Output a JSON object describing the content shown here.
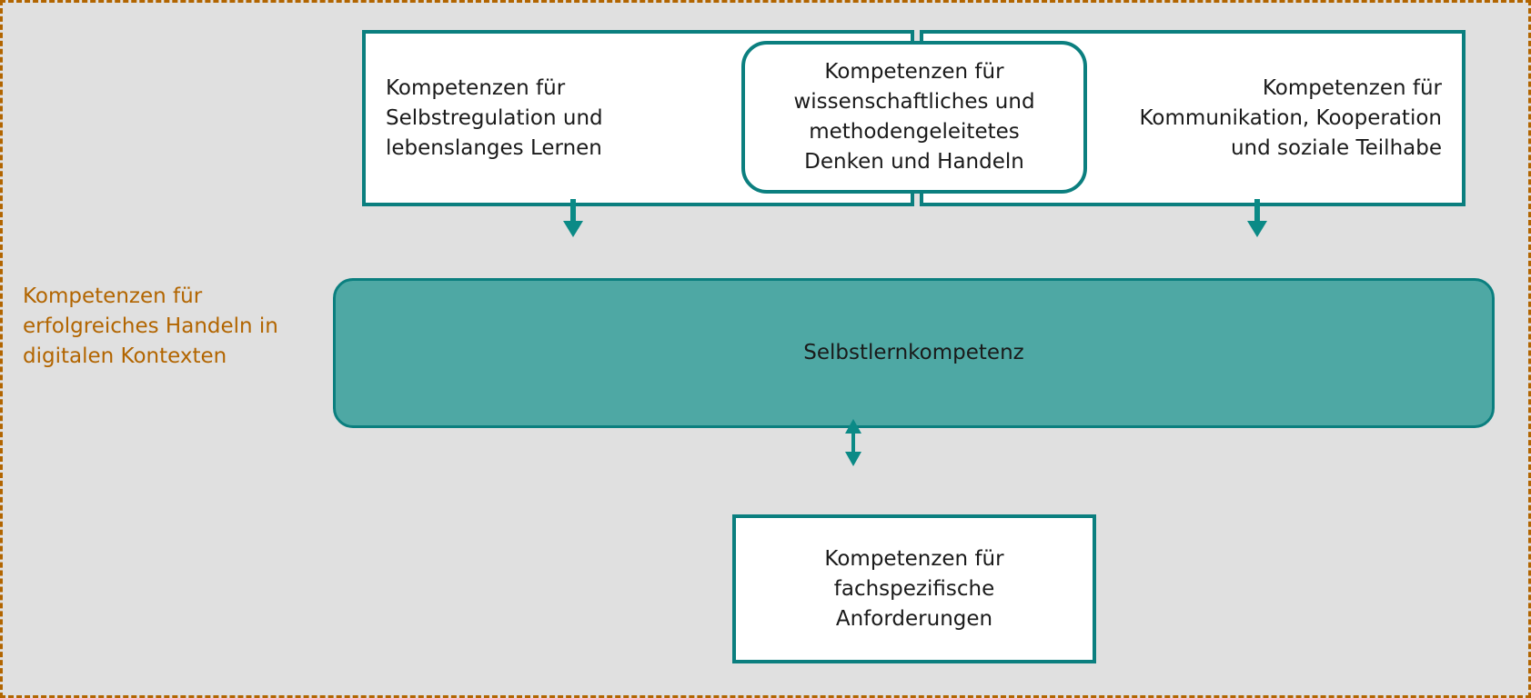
{
  "diagram": {
    "title_caption": "Kompetenzen für\nerfolgreiches Handeln\nin digitalen Kontexten",
    "background_color": "#e0e0e0",
    "border_color": "#b26500",
    "accent_color": "#0b7f7f",
    "highlight_fill": "#4ea8a4",
    "top_row": [
      {
        "id": "self-regulation",
        "label": "Kompetenzen für\nSelbstregulation und\nlebenslanges Lernen"
      },
      {
        "id": "scientific-methodical",
        "label": "Kompetenzen für\nwissenschaftliches und\nmethodengeleitetes\nDenken und Handeln"
      },
      {
        "id": "communication-cooperation",
        "label": "Kompetenzen für\nKommunikation, Kooperation\nund soziale Teilhabe"
      }
    ],
    "center_bar": {
      "id": "selbstlernkompetenz",
      "label": "Selbstlernkompetenz"
    },
    "bottom_box": {
      "id": "subject-specific",
      "label": "Kompetenzen für\nfachspezifische\nAnforderungen"
    },
    "arrows": [
      {
        "id": "arrow-left-down",
        "direction": "down"
      },
      {
        "id": "arrow-right-down",
        "direction": "down"
      },
      {
        "id": "arrow-bidir",
        "direction": "up-down"
      }
    ]
  }
}
